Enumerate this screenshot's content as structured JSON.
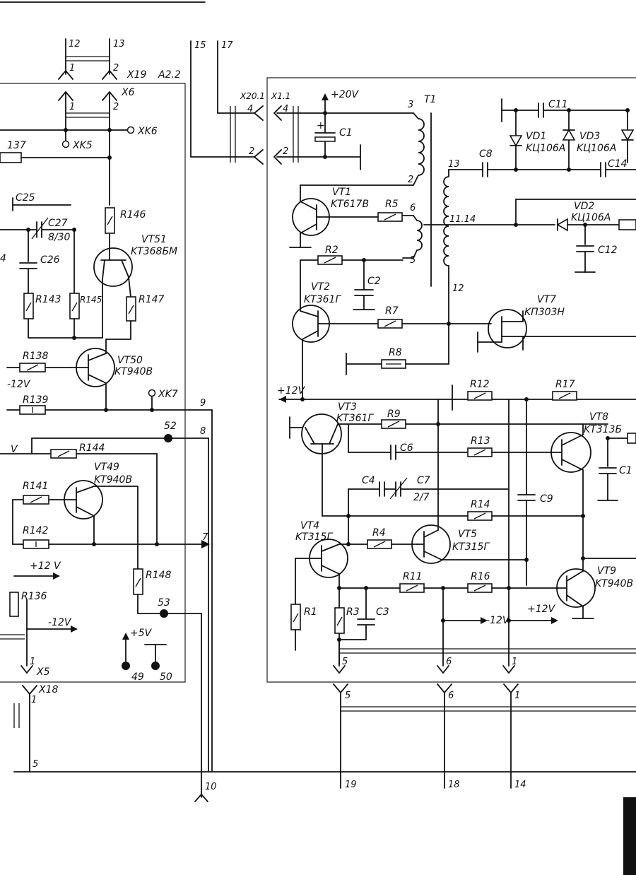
{
  "left_block": {
    "title": "A2.2",
    "connectors": {
      "x19": "X19",
      "x6": "X6",
      "x5": "X5",
      "x18": "X18"
    },
    "test_points": {
      "xk5": "XK5",
      "xk6": "XK6",
      "xk7": "XK7"
    },
    "top_pins": [
      "12",
      "13"
    ],
    "x6_pins": [
      "1",
      "2"
    ],
    "x19_pins": [
      "1",
      "2"
    ],
    "transistors": {
      "vt51": {
        "ref": "VT51",
        "type": "KT368БM"
      },
      "vt50": {
        "ref": "VT50",
        "type": "KT940B"
      },
      "vt49": {
        "ref": "VT49",
        "type": "KT940B"
      }
    },
    "resistors": {
      "r146": "R146",
      "r143": "R143",
      "r145": "R145",
      "r147": "R147",
      "r138": "R138",
      "r139": "R139",
      "r144": "R144",
      "r141": "R141",
      "r142": "R142",
      "r148": "R148",
      "r136": "R136",
      "r137_partial": "137"
    },
    "capacitors": {
      "c25": "C25",
      "c26": "C26",
      "c27": "C27",
      "c27_value": "8/30",
      "c26_partial": "4"
    },
    "nodes": {
      "n52": "52",
      "n53": "53",
      "n49": "49",
      "n50": "50"
    },
    "rails": {
      "minus12_a": "-12V",
      "plus12": "+12 V",
      "minus12_b": "-12V",
      "plus5": "+5V",
      "v_partial": "V"
    },
    "x5_pin": "1",
    "x18_pin": "1",
    "bottom_pin": "5"
  },
  "wires": {
    "w9": "9",
    "w8": "8",
    "w7": "7",
    "w10": "10",
    "w15": "15",
    "w17": "17",
    "w19": "19",
    "w18": "18",
    "w14": "14"
  },
  "right_block": {
    "connectors": {
      "x20_1": "X20.1",
      "x1_1": "X1.1"
    },
    "x_pins": {
      "p4a": "4",
      "p4b": "4",
      "p2a": "2",
      "p2b": "2"
    },
    "rail_20v": "+20V",
    "rail_12v": "+12V",
    "rail_12v_b": "+12V",
    "rail_minus12": "-12V",
    "transformer": {
      "ref": "T1",
      "pins": {
        "p3": "3",
        "p2": "2",
        "p6": "6",
        "p5": "5",
        "p13": "13",
        "p11_14": "11.14",
        "p12": "12"
      }
    },
    "transistors": {
      "vt1": {
        "ref": "VT1",
        "type": "KT617B"
      },
      "vt2": {
        "ref": "VT2",
        "type": "KT361Г"
      },
      "vt7": {
        "ref": "VT7",
        "type": "KП303H"
      },
      "vt3": {
        "ref": "VT3",
        "type": "KT361Г"
      },
      "vt8": {
        "ref": "VT8",
        "type": "KT313Б"
      },
      "vt4": {
        "ref": "VT4",
        "type": "KT315Г"
      },
      "vt5": {
        "ref": "VT5",
        "type": "KT315Г"
      },
      "vt9": {
        "ref": "VT9",
        "type": "KT940B"
      }
    },
    "diodes": {
      "vd1": {
        "ref": "VD1",
        "type": "KЦ106A"
      },
      "vd3": {
        "ref": "VD3",
        "type": "KЦ106A"
      },
      "vd2": {
        "ref": "VD2",
        "type": "KЦ106A"
      }
    },
    "resistors": {
      "r5": "R5",
      "r2": "R2",
      "r7": "R7",
      "r8": "R8",
      "r12": "R12",
      "r17": "R17",
      "r9": "R9",
      "r13": "R13",
      "r14": "R14",
      "r4": "R4",
      "r11": "R11",
      "r16": "R16",
      "r1": "R1",
      "r3": "R3"
    },
    "capacitors": {
      "c1": "C1",
      "c2": "C2",
      "c11": "C11",
      "c8": "C8",
      "c14": "C14",
      "c12": "C12",
      "c6": "C6",
      "c4": "C4",
      "c7": "C7",
      "c7_value": "2/7",
      "c9": "C9",
      "c3": "C3",
      "c13_partial": "C1"
    },
    "out_pins": {
      "p5": "5",
      "p6": "6",
      "p1": "1"
    },
    "conn_pins": {
      "p5": "5",
      "p6": "6",
      "p1": "1"
    }
  }
}
